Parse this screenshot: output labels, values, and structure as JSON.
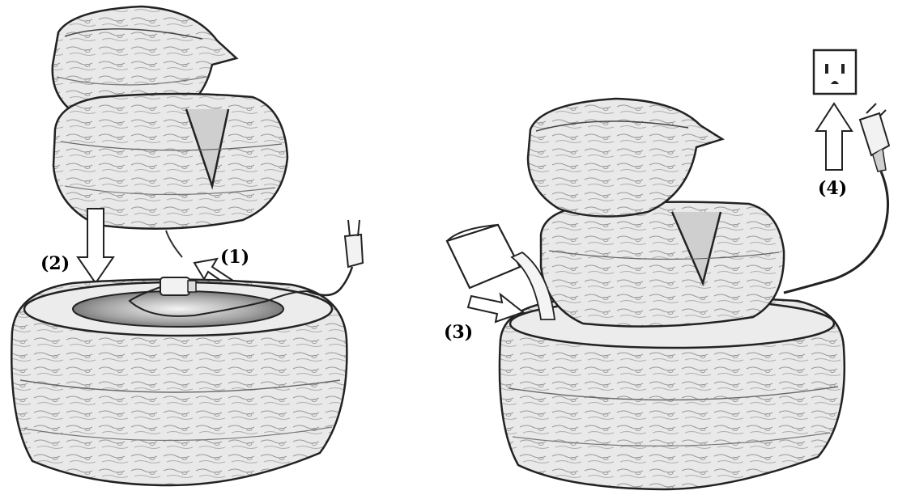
{
  "steps": {
    "step1": "(1)",
    "step2": "(2)",
    "step3": "(3)",
    "step4": "(4)"
  },
  "colors": {
    "ink": "#1a1a1a",
    "stone": "#e6e6e6",
    "stone_shadow": "#bdbdbd",
    "basin": "#8a8a8a",
    "background": "#ffffff"
  }
}
